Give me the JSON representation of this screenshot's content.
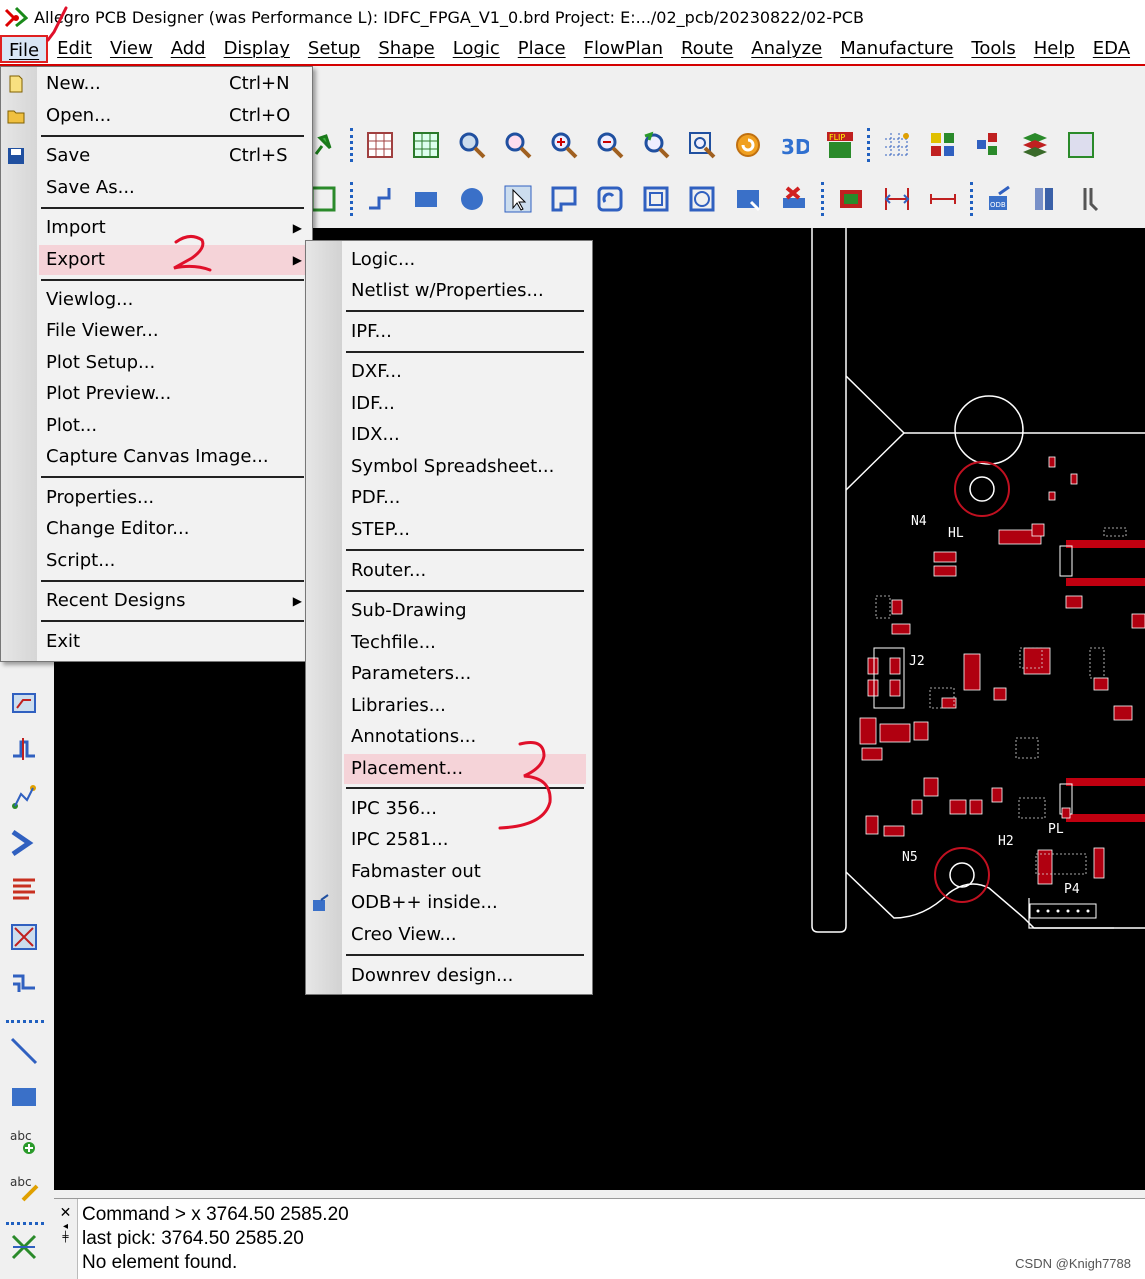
{
  "window": {
    "title": "Allegro PCB Designer (was Performance L): IDFC_FPGA_V1_0.brd  Project: E:.../02_pcb/20230822/02-PCB"
  },
  "menubar": {
    "items": [
      "File",
      "Edit",
      "View",
      "Add",
      "Display",
      "Setup",
      "Shape",
      "Logic",
      "Place",
      "FlowPlan",
      "Route",
      "Analyze",
      "Manufacture",
      "Tools",
      "Help",
      "EDA"
    ],
    "active": "File"
  },
  "file_menu": {
    "items": [
      {
        "label": "New...",
        "shortcut": "Ctrl+N"
      },
      {
        "label": "Open...",
        "shortcut": "Ctrl+O"
      },
      {
        "label": "Save",
        "shortcut": "Ctrl+S"
      },
      {
        "label": "Save As...",
        "shortcut": ""
      },
      {
        "label": "Import",
        "shortcut": ""
      },
      {
        "label": "Export",
        "shortcut": ""
      },
      {
        "label": "Viewlog...",
        "shortcut": ""
      },
      {
        "label": "File Viewer...",
        "shortcut": ""
      },
      {
        "label": "Plot Setup...",
        "shortcut": ""
      },
      {
        "label": "Plot Preview...",
        "shortcut": ""
      },
      {
        "label": "Plot...",
        "shortcut": ""
      },
      {
        "label": "Capture Canvas Image...",
        "shortcut": ""
      },
      {
        "label": "Properties...",
        "shortcut": ""
      },
      {
        "label": "Change Editor...",
        "shortcut": ""
      },
      {
        "label": "Script...",
        "shortcut": ""
      },
      {
        "label": "Recent Designs",
        "shortcut": ""
      },
      {
        "label": "Exit",
        "shortcut": ""
      }
    ],
    "highlighted": "Export"
  },
  "export_menu": {
    "items": [
      "Logic...",
      "Netlist w/Properties...",
      "IPF...",
      "DXF...",
      "IDF...",
      "IDX...",
      "Symbol Spreadsheet...",
      "PDF...",
      "STEP...",
      "Router...",
      "Sub-Drawing",
      "Techfile...",
      "Parameters...",
      "Libraries...",
      "Annotations...",
      "Placement...",
      "IPC 356...",
      "IPC 2581...",
      "Fabmaster out",
      "ODB++ inside...",
      "Creo View...",
      "Downrev design..."
    ],
    "highlighted": "Placement..."
  },
  "pcb_labels": {
    "n4": "N4",
    "hl": "HL",
    "j2": "J2",
    "n5": "N5",
    "h2": "H2",
    "pl": "PL",
    "p4": "P4"
  },
  "command_window": {
    "lines": [
      "Command > x 3764.50 2585.20",
      "last pick:  3764.50 2585.20",
      "No element found."
    ]
  },
  "credit": "CSDN @Knigh7788",
  "icons": {
    "left_toolbar": [
      "add-connect-icon",
      "slide-icon",
      "delay-tune-icon",
      "fanout-icon",
      "auto-route-icon",
      "bus-icon",
      "spread-icon",
      "add-line-icon",
      "add-rect-icon",
      "add-text-icon",
      "edit-text-icon",
      "swap-icon"
    ]
  },
  "colors": {
    "menu_highlight": "#f5d3d8",
    "annotation_red": "#e0102a",
    "canvas": "#000000",
    "board_outline": "#ffffff",
    "pad_red": "#c0000a"
  }
}
